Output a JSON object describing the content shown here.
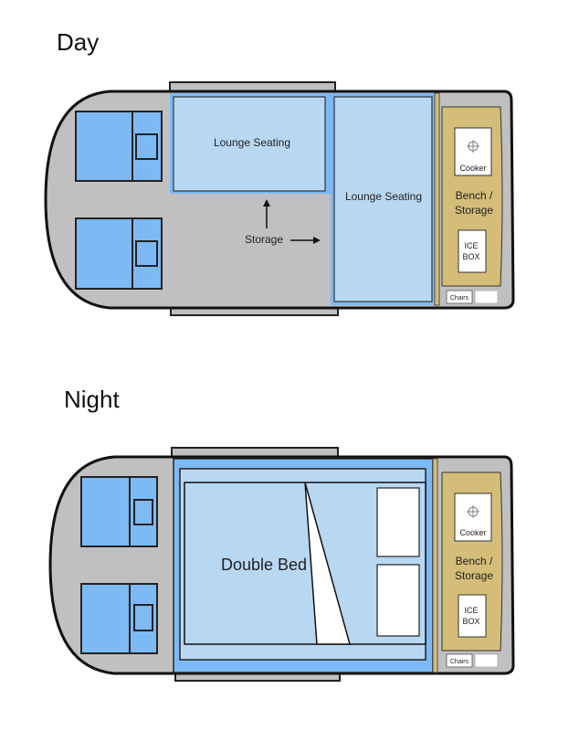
{
  "day": {
    "title": "Day",
    "lounge_1": "Lounge Seating",
    "lounge_2": "Lounge Seating",
    "storage": "Storage",
    "cooker": "Cooker",
    "bench_line1": "Bench /",
    "bench_line2": "Storage",
    "icebox_line1": "ICE",
    "icebox_line2": "BOX",
    "chairs": "Chairs"
  },
  "night": {
    "title": "Night",
    "bed": "Double Bed",
    "cooker": "Cooker",
    "bench_line1": "Bench /",
    "bench_line2": "Storage",
    "icebox_line1": "ICE",
    "icebox_line2": "BOX",
    "chairs": "Chairs"
  },
  "colors": {
    "body": "#c0c0c0",
    "seat": "#7db9f5",
    "cushion": "#b8d8f2",
    "bench": "#d4bd78"
  }
}
